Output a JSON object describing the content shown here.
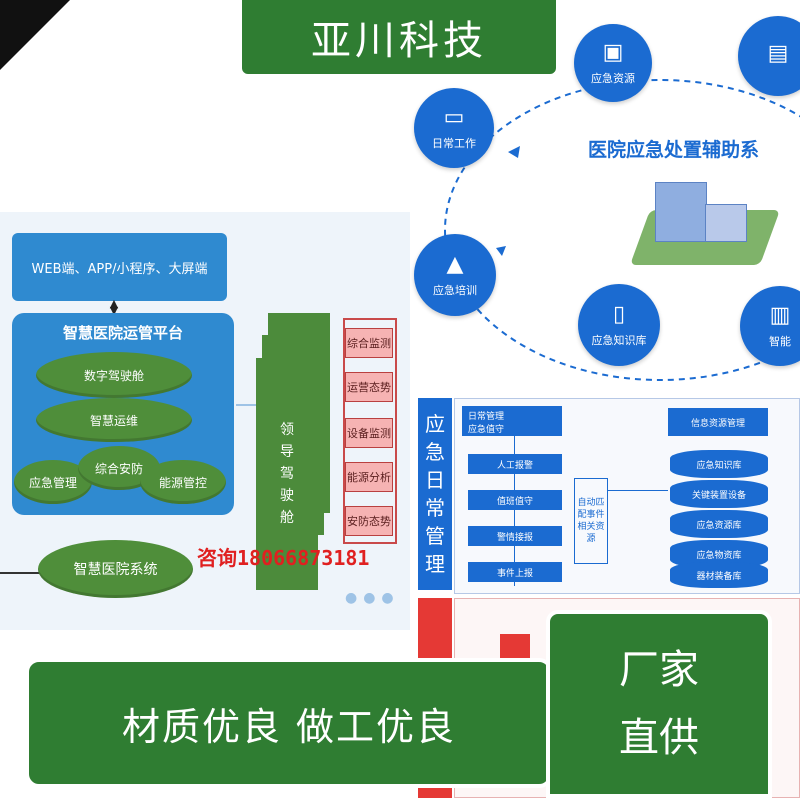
{
  "banner": {
    "title": "亚川科技"
  },
  "left_diagram": {
    "web_bar": "WEB端、APP/小程序、大屏端",
    "platform_title": "智慧医院运管平台",
    "ellipses": [
      "数字驾驶舱",
      "智慧运维",
      "应急管理",
      "综合安防",
      "能源管控"
    ],
    "hospital_system": "智慧医院系统",
    "cockpit": "领导驾驶舱",
    "side_buttons": [
      "综合监测",
      "运营态势",
      "设备监测",
      "能源分析",
      "安防态势"
    ]
  },
  "right_diagram": {
    "title": "医院应急处置辅助系",
    "nodes": [
      "应急资源",
      "日常工作",
      "应急培训",
      "应急知识库",
      "智能"
    ]
  },
  "emergency_flow": {
    "side_title_daily": "应急日常管理",
    "side_title_response": "应急",
    "left_header": "日常管理\n应急值守",
    "steps": [
      "人工报警",
      "值班值守",
      "警情接报",
      "事件上报"
    ],
    "middle_box": "自动匹配事件相关资源",
    "right_header": "信息资源管理",
    "databases": [
      "应急知识库",
      "关键装置设备",
      "应急资源库",
      "应急物资库",
      "器材装备库"
    ]
  },
  "contact": "咨询18066873181",
  "bottom_banner": {
    "text": "材质优良 做工优良"
  },
  "factory_badge": {
    "line1": "厂家",
    "line2": "直供"
  },
  "colors": {
    "green": "#2f7d32",
    "blue": "#1b6bd1",
    "red": "#e53935"
  }
}
